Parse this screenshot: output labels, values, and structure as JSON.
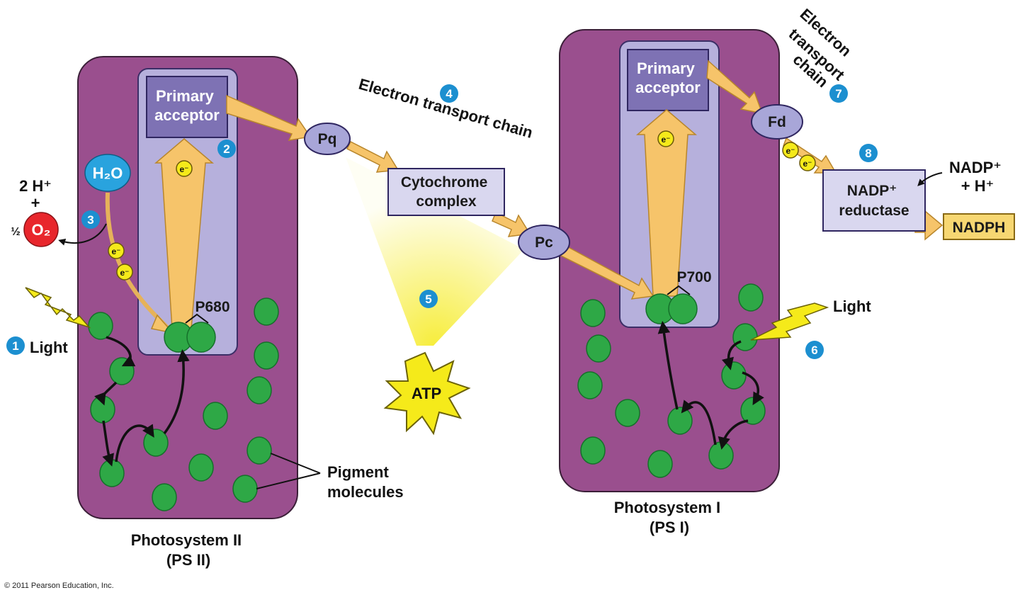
{
  "photosystem_2": {
    "primary_acceptor": "Primary acceptor",
    "reaction_center": "P680",
    "label": "Photosystem II",
    "abbrev": "(PS II)"
  },
  "photosystem_1": {
    "primary_acceptor": "Primary acceptor",
    "reaction_center": "P700",
    "label": "Photosystem I",
    "abbrev": "(PS I)"
  },
  "carriers": {
    "pq": "Pq",
    "pc": "Pc",
    "fd": "Fd",
    "cytochrome": [
      "Cytochrome",
      "complex"
    ],
    "nadp_reductase": [
      "NADP⁺",
      "reductase"
    ]
  },
  "labels": {
    "h2o": "H₂O",
    "o2": "O₂",
    "half": "½",
    "two_h": "2 H⁺",
    "plus": "+",
    "light": "Light",
    "electron": "e⁻",
    "etc_middle": "Electron transport chain",
    "etc_right": [
      "Electron",
      "transport",
      "chain"
    ],
    "nadp_in": [
      "NADP⁺",
      "+ H⁺"
    ],
    "nadph": "NADPH",
    "atp": "ATP",
    "pigment": [
      "Pigment",
      "molecules"
    ],
    "copyright": "© 2011 Pearson Education, Inc."
  },
  "steps": [
    "1",
    "2",
    "3",
    "4",
    "5",
    "6",
    "7",
    "8"
  ],
  "colors": {
    "photosystem": "#9a4f8e",
    "inner_panel": "#b6b0dc",
    "acceptor_box": "#7e72b4",
    "carrier": "#a8a6d8",
    "arrow_fill": "#f6c46a",
    "pigment": "#2ea846",
    "step_circle": "#1c8fd0",
    "o2": "#e8262c",
    "h2o": "#29a3de",
    "atp": "#f5ea1a",
    "nadph": "#f7d772"
  }
}
